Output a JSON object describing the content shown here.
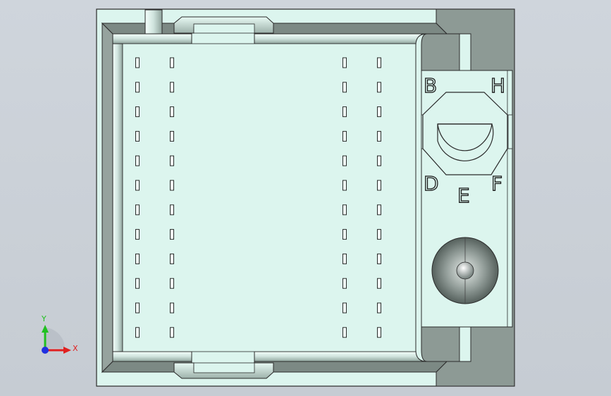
{
  "labels": {
    "b": "B",
    "h": "H",
    "d": "D",
    "e": "E",
    "f": "F"
  },
  "axes": {
    "x": "X",
    "y": "Y"
  },
  "colors": {
    "background": "#cdd3da",
    "face": "#dcf5ee",
    "dark": "#8d9a95",
    "outline": "#2a2a2a",
    "axis_x": "#e02020",
    "axis_y": "#20c020",
    "axis_z": "#2030e0"
  },
  "pins": {
    "rows": 12,
    "columns": 4
  }
}
